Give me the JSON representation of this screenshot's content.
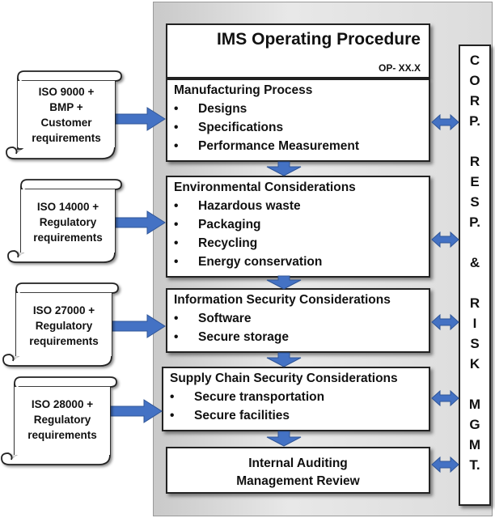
{
  "procedure": {
    "title": "IMS Operating Procedure",
    "code": "OP- XX.X"
  },
  "sections": [
    {
      "heading": "Manufacturing  Process",
      "items": [
        "Designs",
        "Specifications",
        "Performance Measurement"
      ]
    },
    {
      "heading": "Environmental Considerations",
      "items": [
        "Hazardous  waste",
        "Packaging",
        "Recycling",
        "Energy conservation"
      ]
    },
    {
      "heading": "Information Security Considerations",
      "items": [
        "Software",
        "Secure storage"
      ]
    },
    {
      "heading": "Supply Chain Security Considerations",
      "items": [
        "Secure transportation",
        "Secure facilities"
      ]
    },
    {
      "lines": [
        "Internal Auditing",
        "Management Review"
      ]
    }
  ],
  "scrolls": [
    {
      "lines": [
        "ISO 9000 +",
        "BMP +",
        "Customer",
        "requirements"
      ]
    },
    {
      "lines": [
        "ISO 14000 +",
        "Regulatory",
        "requirements"
      ]
    },
    {
      "lines": [
        "ISO 27000 +",
        "Regulatory",
        "requirements"
      ]
    },
    {
      "lines": [
        "ISO 28000 +",
        "Regulatory",
        "requirements"
      ]
    }
  ],
  "side_bar": {
    "letters": [
      "C",
      "O",
      "R",
      "P.",
      "",
      "R",
      "E",
      "S",
      "P.",
      "",
      "&",
      "",
      "R",
      "I",
      "S",
      "K",
      "",
      "M",
      "G",
      "M",
      "T."
    ]
  },
  "colors": {
    "arrow": "#4472c4",
    "arrow_stroke": "#2f5597",
    "panel": "#d9d9d9",
    "border": "#222222"
  }
}
